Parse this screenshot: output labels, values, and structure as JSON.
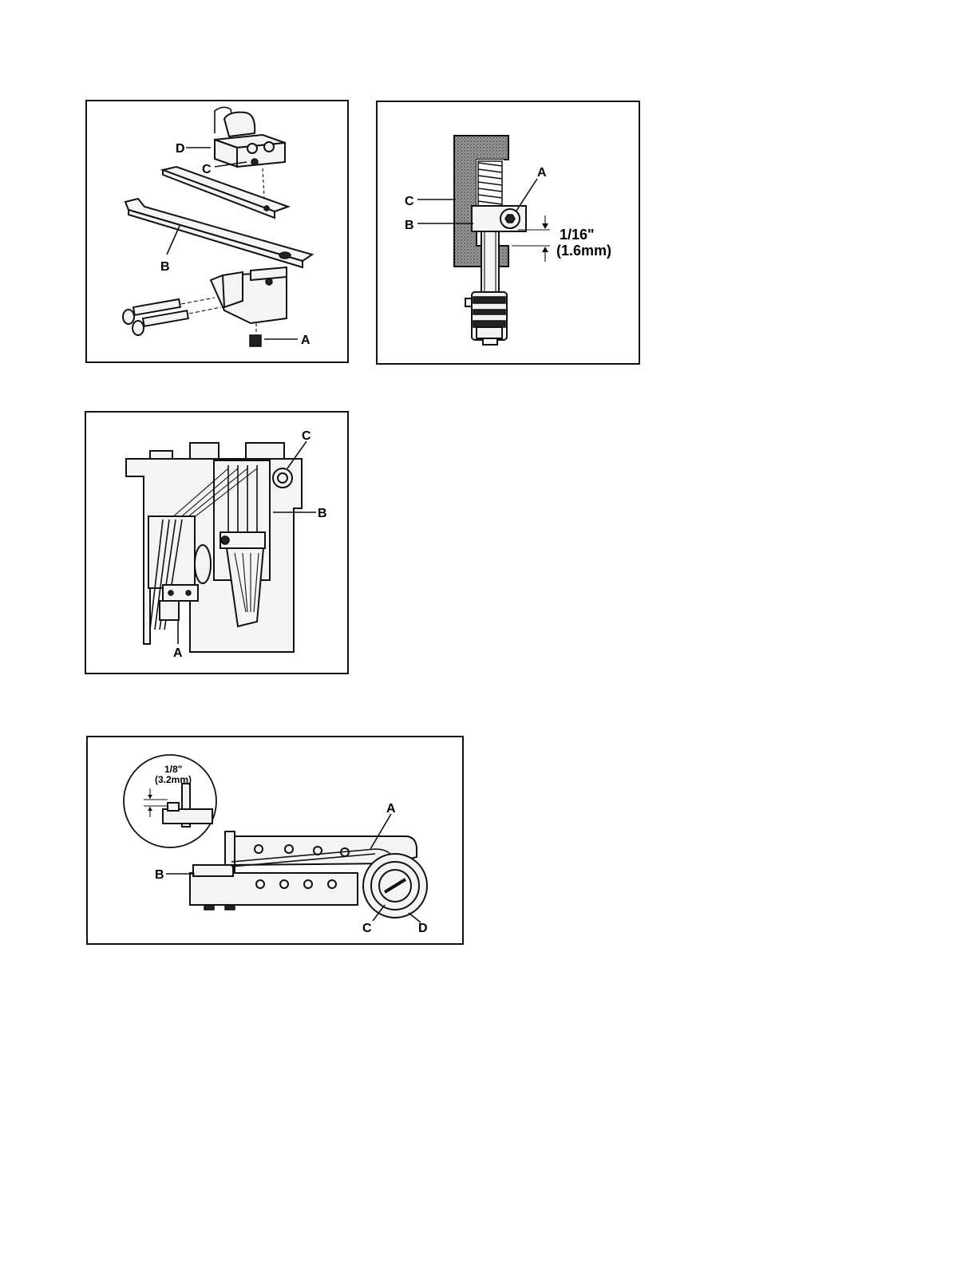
{
  "figures": [
    {
      "id": "fig1",
      "labels": {
        "d": "D",
        "c": "C",
        "b": "B",
        "a": "A"
      }
    },
    {
      "id": "fig2",
      "labels": {
        "a": "A",
        "c": "C",
        "b": "B"
      },
      "dimension": {
        "inch": "1/16\"",
        "mm": "(1.6mm)"
      }
    },
    {
      "id": "fig3",
      "labels": {
        "c": "C",
        "b": "B",
        "a": "A"
      }
    },
    {
      "id": "fig4",
      "labels": {
        "a": "A",
        "b": "B",
        "c": "C",
        "d": "D"
      },
      "dimension": {
        "inch": "1/8\"",
        "mm": "(3.2mm)"
      }
    }
  ]
}
